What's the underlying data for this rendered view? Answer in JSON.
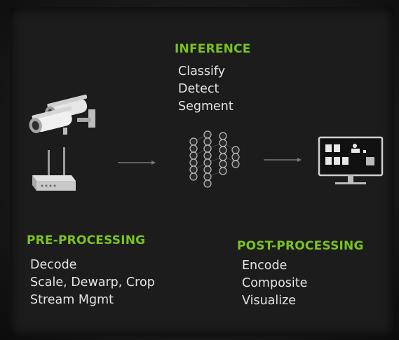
{
  "inference": {
    "heading": "INFERENCE",
    "items": [
      "Classify",
      "Detect",
      "Segment"
    ]
  },
  "pre_processing": {
    "heading": "PRE-PROCESSING",
    "items": [
      "Decode",
      "Scale, Dewarp, Crop",
      "Stream Mgmt"
    ]
  },
  "post_processing": {
    "heading": "POST-PROCESSING",
    "items": [
      "Encode",
      "Composite",
      "Visualize"
    ]
  },
  "colors": {
    "accent": "#7bc21f",
    "text": "#e4e4e4",
    "background": "#1c1c1c"
  },
  "icons": [
    "security-camera-icon",
    "edge-gateway-icon",
    "neural-network-icon",
    "monitor-dashboard-icon",
    "arrow-right-icon"
  ]
}
